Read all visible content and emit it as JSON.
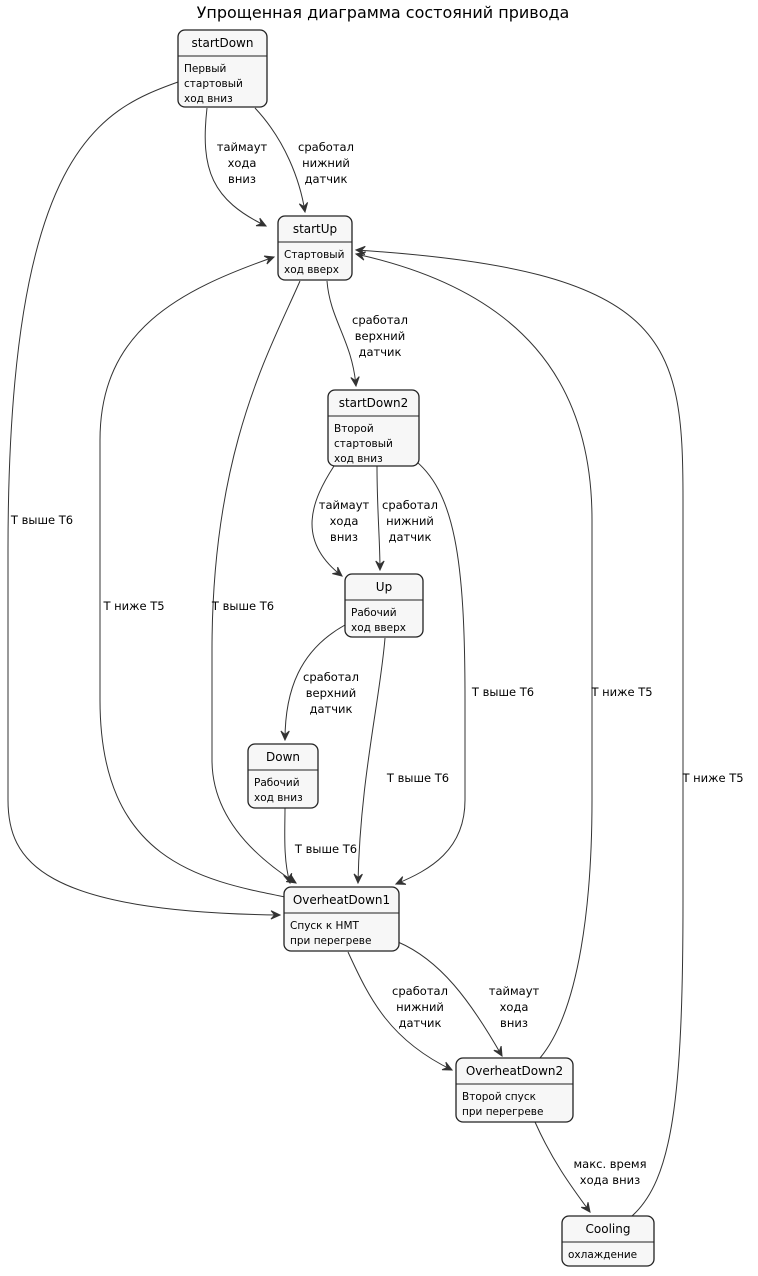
{
  "title": "Упрощенная диаграмма состояний привода",
  "states": {
    "startDown": {
      "name": "startDown",
      "desc": [
        "Первый",
        "стартовый",
        "ход вниз"
      ]
    },
    "startUp": {
      "name": "startUp",
      "desc": [
        "Стартовый",
        "ход вверх"
      ]
    },
    "startDown2": {
      "name": "startDown2",
      "desc": [
        "Второй",
        "стартовый",
        "ход вниз"
      ]
    },
    "Up": {
      "name": "Up",
      "desc": [
        "Рабочий",
        "ход вверх"
      ]
    },
    "Down": {
      "name": "Down",
      "desc": [
        "Рабочий",
        "ход вниз"
      ]
    },
    "OverheatDown1": {
      "name": "OverheatDown1",
      "desc": [
        "Спуск к НМТ",
        "при перегреве"
      ]
    },
    "OverheatDown2": {
      "name": "OverheatDown2",
      "desc": [
        "Второй спуск",
        "при перегреве"
      ]
    },
    "Cooling": {
      "name": "Cooling",
      "desc": [
        "охлаждение"
      ]
    }
  },
  "edges": [
    {
      "from": "startDown",
      "to": "startUp",
      "label": [
        "таймаут",
        "хода",
        "вниз"
      ]
    },
    {
      "from": "startDown",
      "to": "startUp",
      "label": [
        "сработал",
        "нижний",
        "датчик"
      ]
    },
    {
      "from": "startDown",
      "to": "OverheatDown1",
      "label": [
        "Т выше Т6"
      ]
    },
    {
      "from": "startUp",
      "to": "startDown2",
      "label": [
        "сработал",
        "верхний",
        "датчик"
      ]
    },
    {
      "from": "OverheatDown1",
      "to": "startUp",
      "label": [
        "Т ниже Т5"
      ]
    },
    {
      "from": "startUp",
      "to": "OverheatDown1",
      "label": [
        "Т выше Т6"
      ]
    },
    {
      "from": "startDown2",
      "to": "Up",
      "label": [
        "таймаут",
        "хода",
        "вниз"
      ]
    },
    {
      "from": "startDown2",
      "to": "Up",
      "label": [
        "сработал",
        "нижний",
        "датчик"
      ]
    },
    {
      "from": "startDown2",
      "to": "OverheatDown1",
      "label": [
        "Т выше Т6"
      ]
    },
    {
      "from": "Up",
      "to": "Down",
      "label": [
        "сработал",
        "верхний",
        "датчик"
      ]
    },
    {
      "from": "Up",
      "to": "OverheatDown1",
      "label": [
        "Т выше Т6"
      ]
    },
    {
      "from": "Down",
      "to": "OverheatDown1",
      "label": [
        "Т выше Т6"
      ]
    },
    {
      "from": "OverheatDown1",
      "to": "OverheatDown2",
      "label": [
        "сработал",
        "нижний",
        "датчик"
      ]
    },
    {
      "from": "OverheatDown1",
      "to": "OverheatDown2",
      "label": [
        "таймаут",
        "хода",
        "вниз"
      ]
    },
    {
      "from": "OverheatDown2",
      "to": "startUp",
      "label": [
        "Т ниже Т5"
      ]
    },
    {
      "from": "OverheatDown2",
      "to": "Cooling",
      "label": [
        "макс. время",
        "хода вниз"
      ]
    },
    {
      "from": "Cooling",
      "to": "startUp",
      "label": [
        "Т ниже Т5"
      ]
    }
  ]
}
